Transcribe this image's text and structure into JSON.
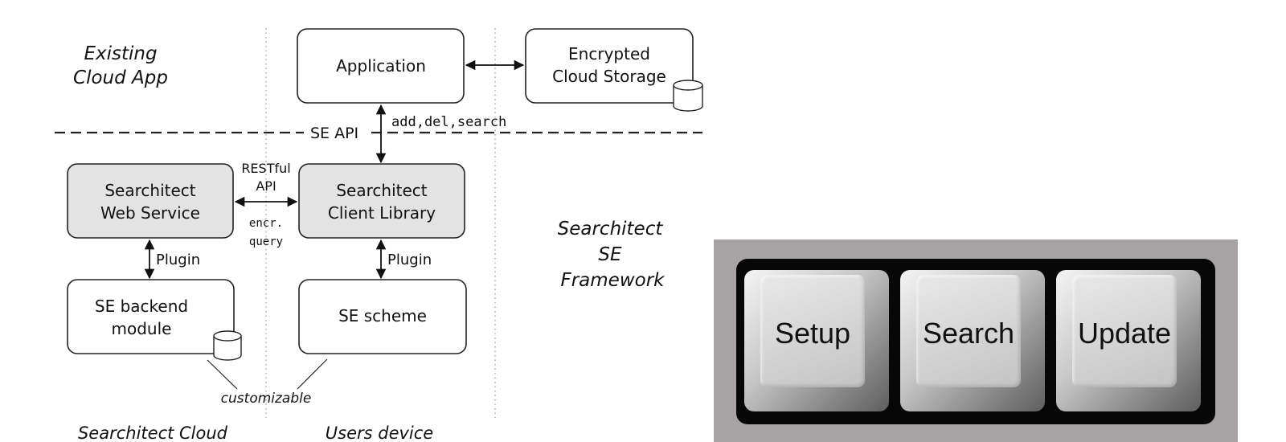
{
  "diagram": {
    "region_labels": {
      "existing_line1": "Existing",
      "existing_line2": "Cloud App",
      "framework_line1": "Searchitect",
      "framework_line2": "SE",
      "framework_line3": "Framework",
      "bottom_left": "Searchitect Cloud",
      "bottom_right": "Users device"
    },
    "boxes": {
      "application": "Application",
      "storage_line1": "Encrypted",
      "storage_line2": "Cloud Storage",
      "web_service_line1": "Searchitect",
      "web_service_line2": "Web Service",
      "client_library_line1": "Searchitect",
      "client_library_line2": "Client Library",
      "backend_line1": "SE backend",
      "backend_line2": "module",
      "scheme": "SE scheme"
    },
    "labels": {
      "se_api": "SE API",
      "api_ops": "add,del,search",
      "restful_line1": "RESTful",
      "restful_line2": "API",
      "encr_line1": "encr.",
      "encr_line2": "query",
      "plugin_left": "Plugin",
      "plugin_right": "Plugin",
      "customizable": "customizable"
    }
  },
  "keyboard": {
    "keys": [
      "Setup",
      "Search",
      "Update"
    ]
  }
}
